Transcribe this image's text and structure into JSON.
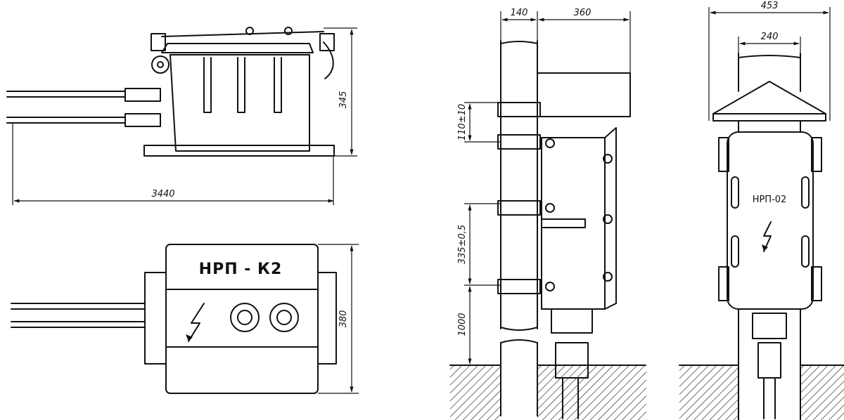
{
  "dimensions": {
    "top_view_height": "345",
    "top_view_length": "3440",
    "plan_width": "380",
    "side_offset": "140",
    "side_width": "360",
    "spacing_upper": "110±10",
    "spacing_mid": "335±0,5",
    "ground_height": "1000",
    "front_width": "453",
    "front_inner": "240"
  },
  "labels": {
    "plan_label": "НРП - К2",
    "front_label": "НРП-02"
  }
}
